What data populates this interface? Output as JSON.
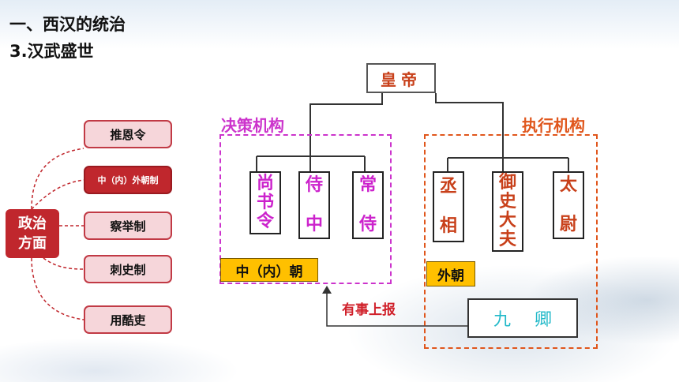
{
  "header": {
    "section_title": "一、西汉的统治",
    "subtitle": "3.汉武盛世"
  },
  "political": {
    "hub_line1": "政治",
    "hub_line2": "方面",
    "items": [
      "推恩令",
      "中（内）外朝制",
      "察举制",
      "刺史制",
      "用酷吏"
    ]
  },
  "diagram": {
    "emperor": "皇帝",
    "decision_label": "决策机构",
    "execution_label": "执行机构",
    "inner_offices": [
      {
        "chars": [
          "尚",
          "书",
          "令"
        ]
      },
      {
        "chars": [
          "侍",
          "中"
        ]
      },
      {
        "chars": [
          "常",
          "侍"
        ]
      }
    ],
    "outer_offices": [
      {
        "chars": [
          "丞",
          "相"
        ]
      },
      {
        "chars": [
          "御",
          "史",
          "大",
          "夫"
        ]
      },
      {
        "chars": [
          "太",
          "尉"
        ]
      }
    ],
    "inner_court_tag": "中（内）朝",
    "outer_court_tag": "外朝",
    "nine_ministers": "九卿",
    "report_text": "有事上报"
  },
  "colors": {
    "accent_red": "#c0272d",
    "decision_magenta": "#cc33cc",
    "execution_orange": "#e0561c",
    "office_magenta": "#cc22cc",
    "office_orange": "#c8401a",
    "tag_yellow": "#ffc000",
    "nine_ministers_cyan": "#22b9c9"
  }
}
